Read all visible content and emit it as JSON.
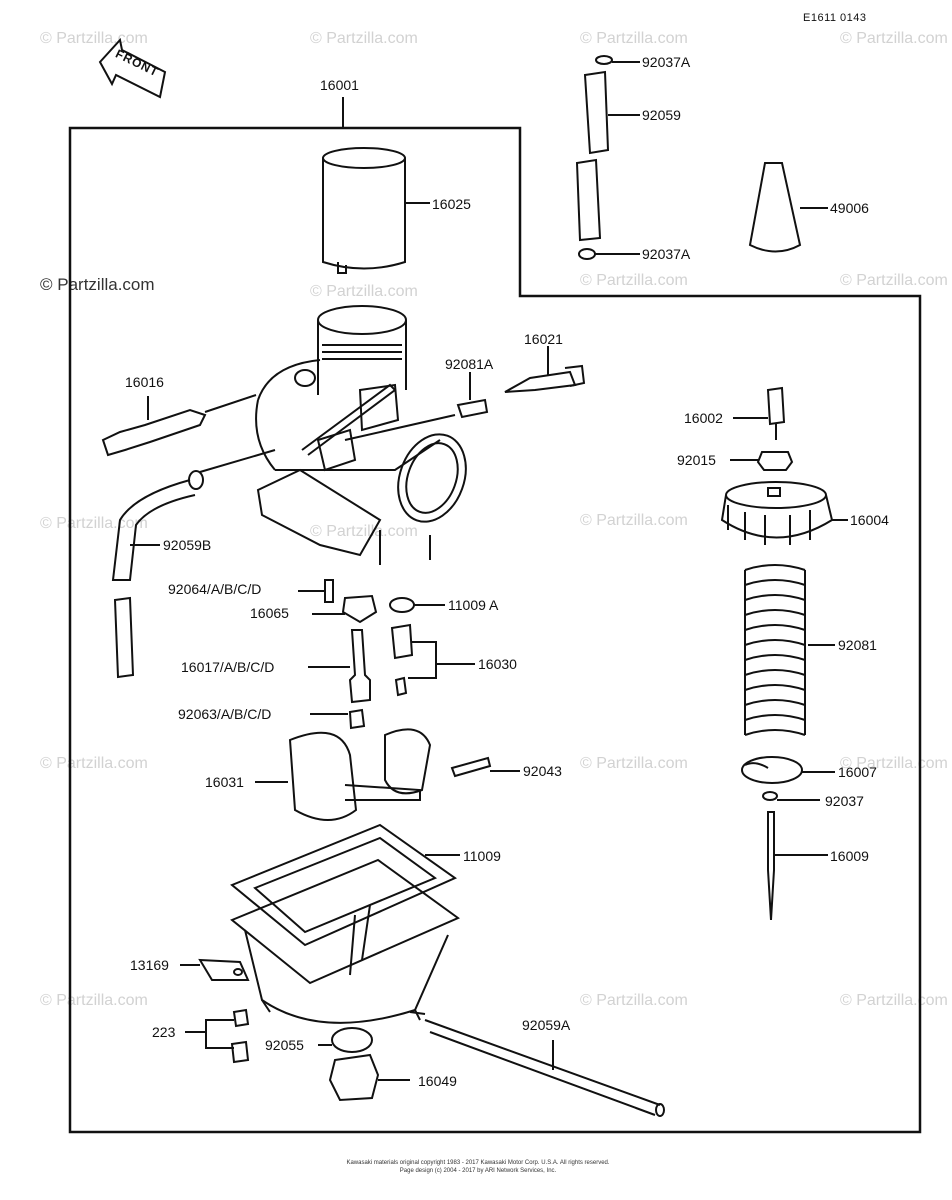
{
  "diagram": {
    "code": "E1611 0143",
    "front_label": "FRONT",
    "watermark": "© Partzilla.com",
    "watermark_left": "© Partzilla.com",
    "copyright_line1": "Kawasaki materials original copyright 1983 - 2017 Kawasaki Motor Corp. U.S.A. All rights reserved.",
    "copyright_line2": "Page design (c) 2004 - 2017 by ARI Network Services, Inc.",
    "labels": {
      "p16001": "16001",
      "p16025": "16025",
      "p92037A_top": "92037A",
      "p92059": "92059",
      "p49006": "49006",
      "p92037A_bot": "92037A",
      "p16021": "16021",
      "p92081A": "92081A",
      "p16016": "16016",
      "p16002": "16002",
      "p92015": "92015",
      "p16004": "16004",
      "p92059B": "92059B",
      "p92064": "92064/A/B/C/D",
      "p16065": "16065",
      "p11009A": "11009 A",
      "p16017": "16017/A/B/C/D",
      "p16030": "16030",
      "p92081": "92081",
      "p92063": "92063/A/B/C/D",
      "p92043": "92043",
      "p16031": "16031",
      "p16007": "16007",
      "p92037": "92037",
      "p11009": "11009",
      "p16009": "16009",
      "p13169": "13169",
      "p223": "223",
      "p92055": "92055",
      "p92059A": "92059A",
      "p16049": "16049"
    }
  }
}
